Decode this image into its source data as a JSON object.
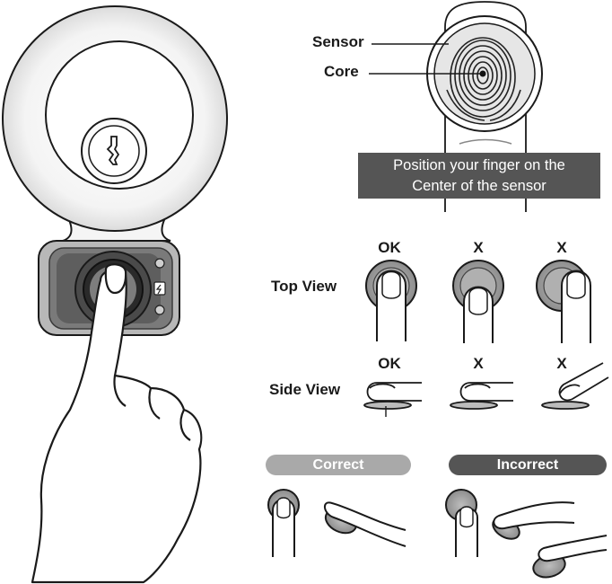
{
  "labels": {
    "sensor": "Sensor",
    "core": "Core"
  },
  "caption": {
    "line1": "Position your finger on the",
    "line2": "Center of the sensor"
  },
  "views": {
    "top_view": "Top View",
    "side_view": "Side View",
    "columns": [
      "OK",
      "X",
      "X"
    ]
  },
  "legend": {
    "correct": "Correct",
    "incorrect": "Incorrect"
  },
  "colors": {
    "outline": "#1a1a1a",
    "panel_dark": "#555555",
    "panel_mid": "#7a7a7a",
    "pill_correct": "#a9a9a9",
    "pill_incorrect": "#555555",
    "sensor_gray": "#9a9a9a"
  }
}
